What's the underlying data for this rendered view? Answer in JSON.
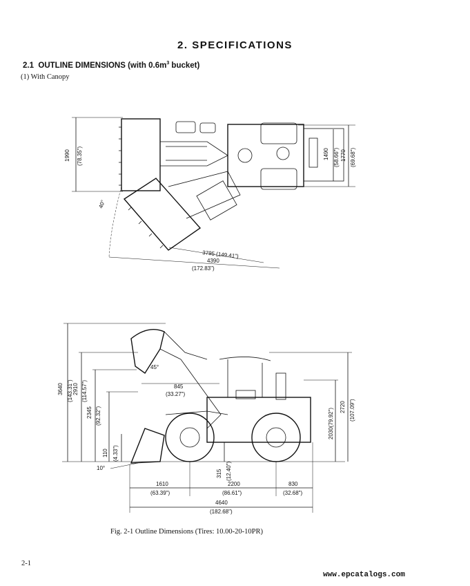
{
  "title": "2. SPECIFICATIONS",
  "section": {
    "number": "2.1",
    "label": "OUTLINE DIMENSIONS (with 0.6m",
    "sup": "3",
    "tail": " bucket)"
  },
  "subtitle": "(1) With Canopy",
  "caption": "Fig. 2-1 Outline Dimensions (Tires: 10.00-20-10PR)",
  "page_number": "2-1",
  "footer": "www.epcatalogs.com",
  "top_view": {
    "width_mm": "1990",
    "width_in": "(78.35\")",
    "tread_mm": "1490",
    "tread_in": "(58.66\")",
    "overall_mm": "1770",
    "overall_in": "(69.68\")",
    "angle": "40°",
    "radius_inner_mm": "3795",
    "radius_inner_in": "(149.41\")",
    "radius_outer_mm": "4390",
    "radius_outer_in": "(172.83\")"
  },
  "side_view": {
    "h1_mm": "3640",
    "h1_in": "(143.31\")",
    "h2_mm": "2910",
    "h2_in": "(114.57\")",
    "h3_mm": "2345",
    "h3_in": "(92.32\")",
    "h4_mm": "110",
    "h4_in": "(4.33\")",
    "dump_angle": "45°",
    "reach_mm": "845",
    "reach_in": "(33.27\")",
    "tilt_angle": "10°",
    "clear_mm": "315",
    "clear_in": "(12.40\")",
    "canopy_h_mm": "2030",
    "canopy_h_in": "(79.92\")",
    "total_h_mm": "2720",
    "total_h_in": "(107.09\")",
    "front_mm": "1610",
    "front_in": "(63.39\")",
    "wheelbase_mm": "2200",
    "wheelbase_in": "(86.61\")",
    "rear_mm": "830",
    "rear_in": "(32.68\")",
    "length_mm": "4640",
    "length_in": "(182.68\")"
  }
}
